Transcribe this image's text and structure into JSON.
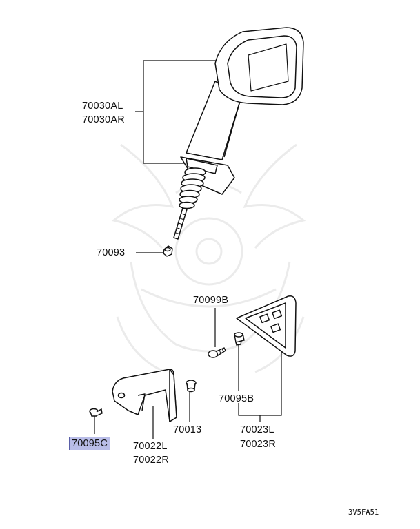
{
  "labels": {
    "mirror_l": "70030AL",
    "mirror_r": "70030AR",
    "nut": "70093",
    "screw": "70099B",
    "clip_b": "70095B",
    "clip_c": "70095C",
    "bracket_l": "70022L",
    "bracket_r": "70022R",
    "grommet": "70013",
    "cover_l": "70023L",
    "cover_r": "70023R"
  },
  "diagram_code": "3V5FA51",
  "highlight_color": "#b9bde8"
}
